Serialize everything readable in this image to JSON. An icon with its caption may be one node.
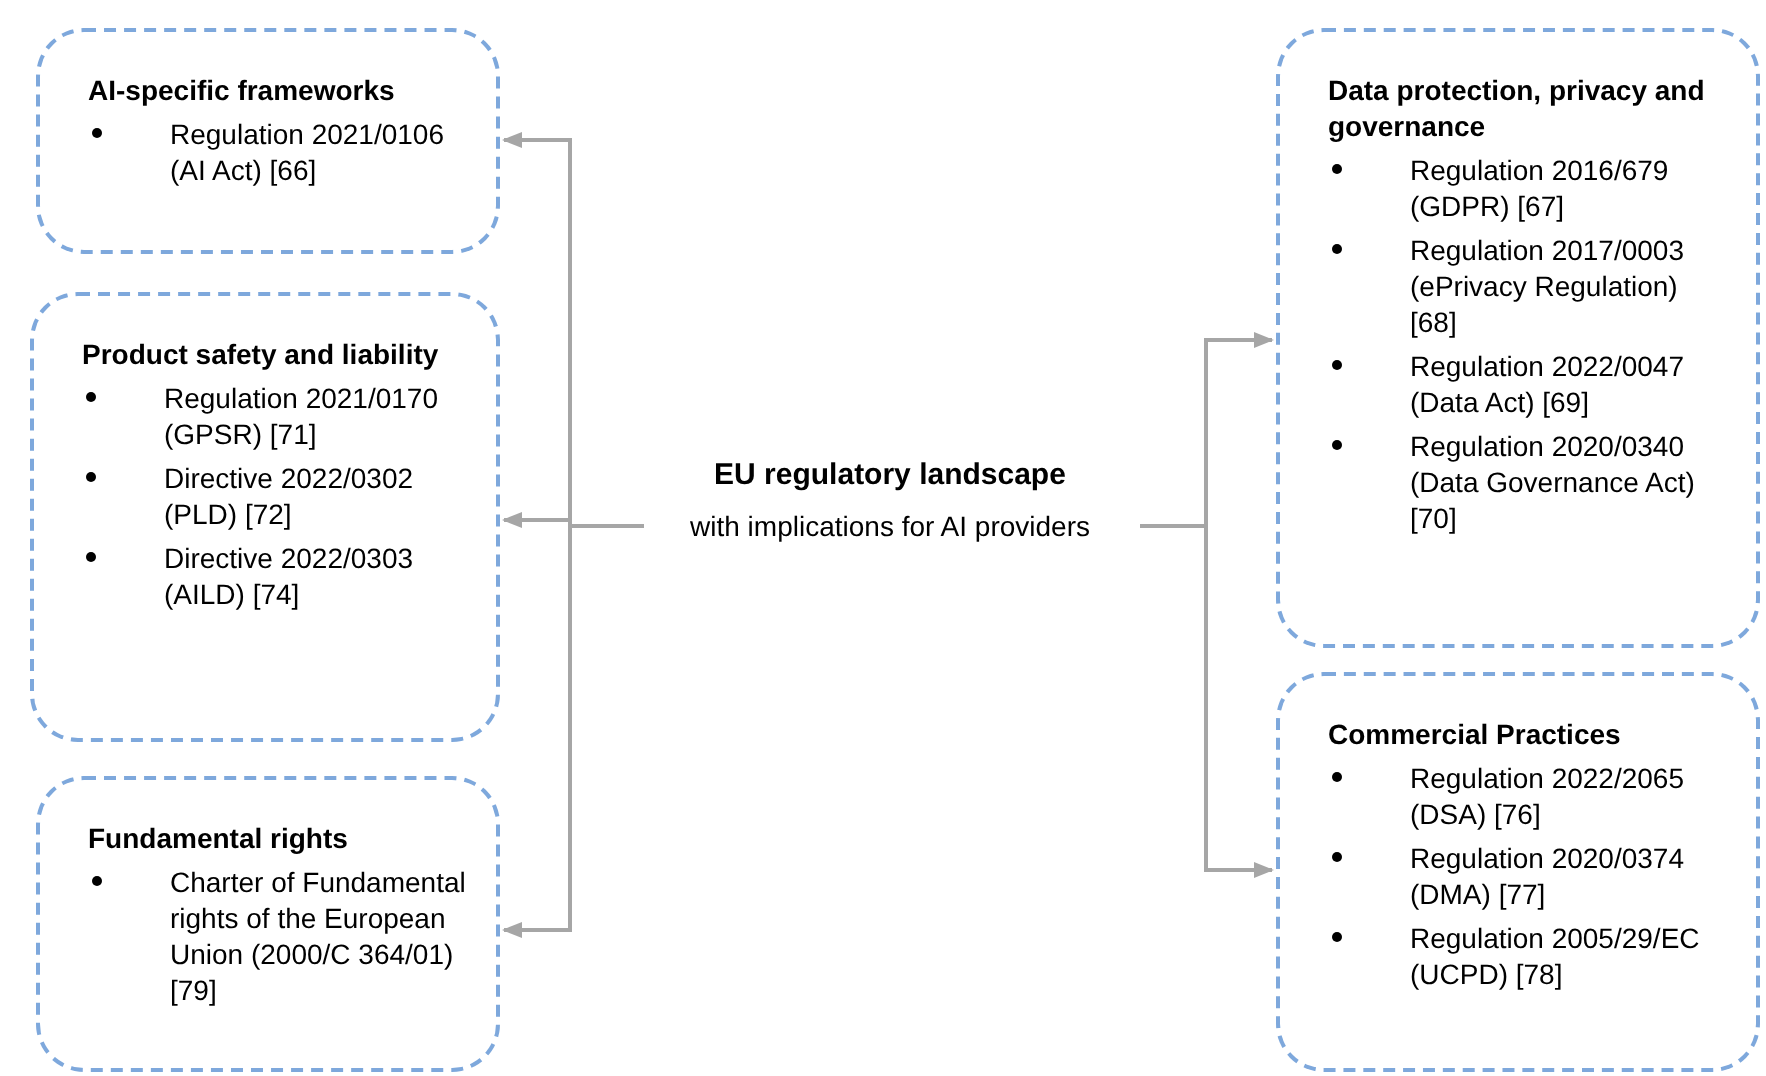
{
  "diagram": {
    "nodes": [
      {
        "text": [
          "AI-specific frameworks",
          "Regulation 2021/0106 (AI Act) [66]"
        ]
      },
      {
        "text": [
          "Product safety and liability",
          "Regulation 2021/0170 (GPSR) [71]",
          "Directive 2022/0302 (PLD) [72]",
          "Directive 2022/0303 (AILD) [74]"
        ]
      },
      {
        "text": [
          "Fundamental rights",
          "Charter of Fundamental rights of the European Union (2000/C 364/01) [79]"
        ]
      },
      {
        "text": [
          "EU regulatory landscape",
          "with implications for AI providers"
        ]
      },
      {
        "text": [
          "Data protection, privacy and governance",
          "Regulation 2016/679 (GDPR) [67]",
          "Regulation 2017/0003 (ePrivacy Regulation) [68]",
          "Regulation 2022/0047 (Data Act) [69]",
          "Regulation 2020/0340 (Data Governance Act) [70]"
        ]
      },
      {
        "text": [
          "Commercial Practices",
          "Regulation 2022/2065 (DSA) [76]",
          "Regulation 2020/0374 (DMA) [77]",
          "Regulation 2005/29/EC (UCPD) [78]"
        ]
      }
    ],
    "edges": [
      {
        "from": 3,
        "to": 0,
        "arrow": "to"
      },
      {
        "from": 3,
        "to": 1,
        "arrow": "to"
      },
      {
        "from": 3,
        "to": 2,
        "arrow": "to"
      },
      {
        "from": 3,
        "to": 4,
        "arrow": "to"
      },
      {
        "from": 3,
        "to": 5,
        "arrow": "to"
      }
    ]
  }
}
